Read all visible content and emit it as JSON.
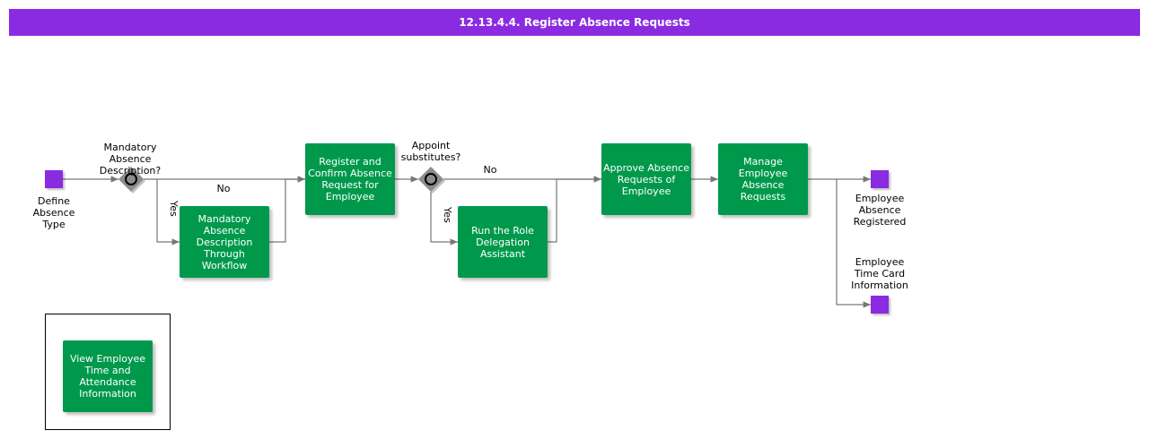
{
  "title": "12.13.4.4. Register Absence Requests",
  "colors": {
    "title_bar": "#8a2be2",
    "task": "#00994c",
    "event": "#8a2be2",
    "gateway": "#888888",
    "connector": "#777777"
  },
  "events": {
    "start": "Define\nAbsence\nType",
    "end_registered": "Employee\nAbsence\nRegistered",
    "end_timecard": "Employee\nTime Card\nInformation"
  },
  "gateways": {
    "g1": "Mandatory\nAbsence\nDescription?",
    "g2": "Appoint\nsubstitutes?"
  },
  "edge_labels": {
    "g1_no": "No",
    "g1_yes": "Yes",
    "g2_no": "No",
    "g2_yes": "Yes"
  },
  "tasks": {
    "mandatory_description": "Mandatory\nAbsence\nDescription\nThrough\nWorkflow",
    "register_confirm": "Register and\nConfirm Absence\nRequest for\nEmployee",
    "role_delegation": "Run the Role\nDelegation\nAssistant",
    "approve": "Approve Absence\nRequests of\nEmployee",
    "manage": "Manage\nEmployee\nAbsence\nRequests",
    "view_time": "View Employee\nTime and\nAttendance\nInformation"
  }
}
